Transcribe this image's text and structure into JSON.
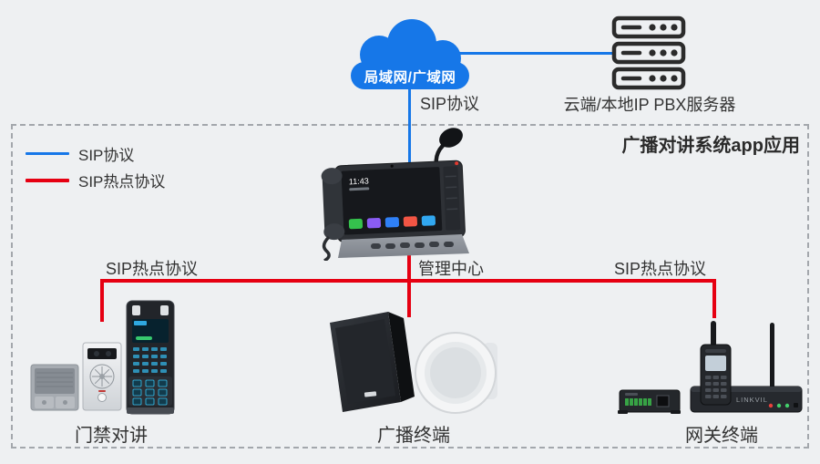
{
  "title": "广播对讲系统app应用",
  "legend": {
    "items": [
      {
        "label": "SIP协议",
        "color": "#1677e8"
      },
      {
        "label": "SIP热点协议",
        "color": "#e60012"
      }
    ]
  },
  "cloud": {
    "label": "局域网/广域网"
  },
  "top_link": {
    "protocol_label": "SIP协议",
    "server_label": "云端/本地IP PBX服务器"
  },
  "center": {
    "label": "管理中心",
    "phone_screen_time": "11:43"
  },
  "branches": {
    "left_protocol_label": "SIP热点协议",
    "right_protocol_label": "SIP热点协议"
  },
  "groups": {
    "door": {
      "label": "门禁对讲"
    },
    "broadcast": {
      "label": "广播终端"
    },
    "gateway": {
      "label": "网关终端",
      "brand": "LINKVIL"
    }
  },
  "colors": {
    "sip_line": "#1677e8",
    "sip_hotspot_line": "#e60012",
    "background": "#eef0f2",
    "text": "#333333"
  }
}
